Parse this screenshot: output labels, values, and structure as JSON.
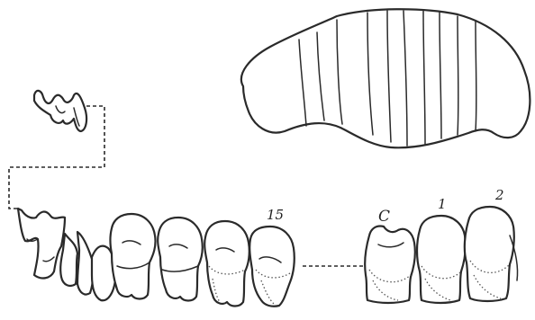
{
  "figure": {
    "labels": {
      "tooth_15": "15",
      "tooth_c": "C",
      "tooth_1": "1",
      "tooth_2": "2"
    },
    "ink_color": "#2a2a2a",
    "background_color": "#ffffff"
  }
}
